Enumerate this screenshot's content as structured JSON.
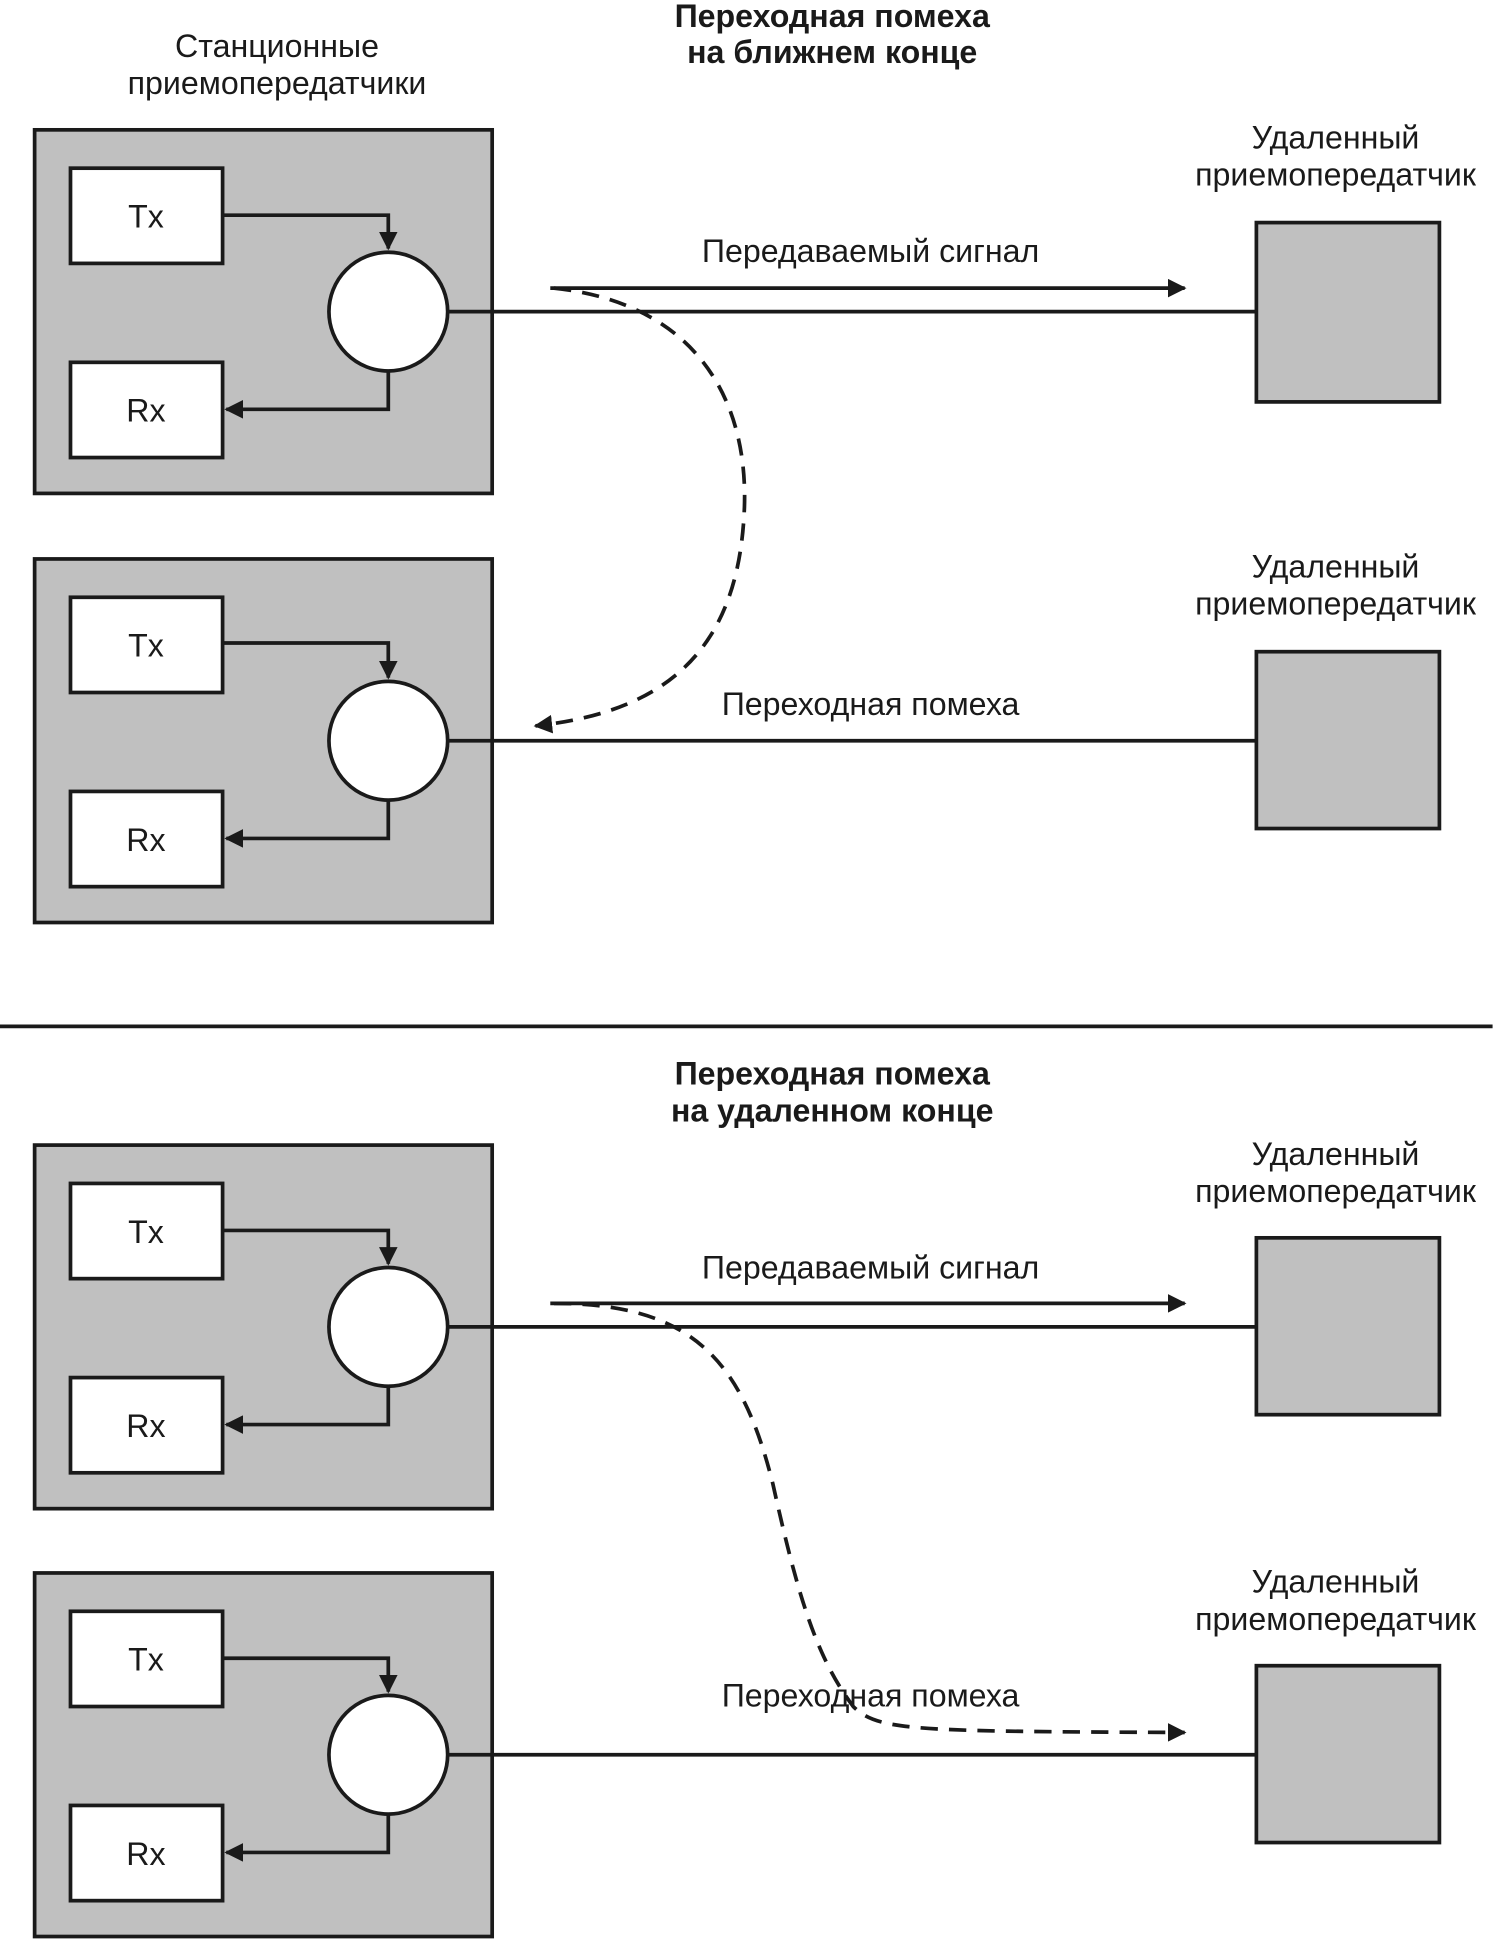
{
  "colors": {
    "station_fill": "#c0c0c0",
    "block_fill": "#ffffff",
    "stroke": "#1a1a1a"
  },
  "station_label": [
    "Станционные",
    "приемопередатчики"
  ],
  "remote_label": [
    "Удаленный",
    "приемопередатчик"
  ],
  "sections": [
    {
      "id": "next",
      "title": [
        "Переходная помеха",
        "на ближнем конце"
      ],
      "signal_label": "Передаваемый сигнал",
      "crosstalk_label": "Переходная помеха",
      "tx_label": "Tx",
      "rx_label": "Rx"
    },
    {
      "id": "fext",
      "title": [
        "Переходная помеха",
        "на удаленном конце"
      ],
      "signal_label": "Передаваемый сигнал",
      "crosstalk_label": "Переходная помеха",
      "tx_label": "Tx",
      "rx_label": "Rx"
    }
  ]
}
